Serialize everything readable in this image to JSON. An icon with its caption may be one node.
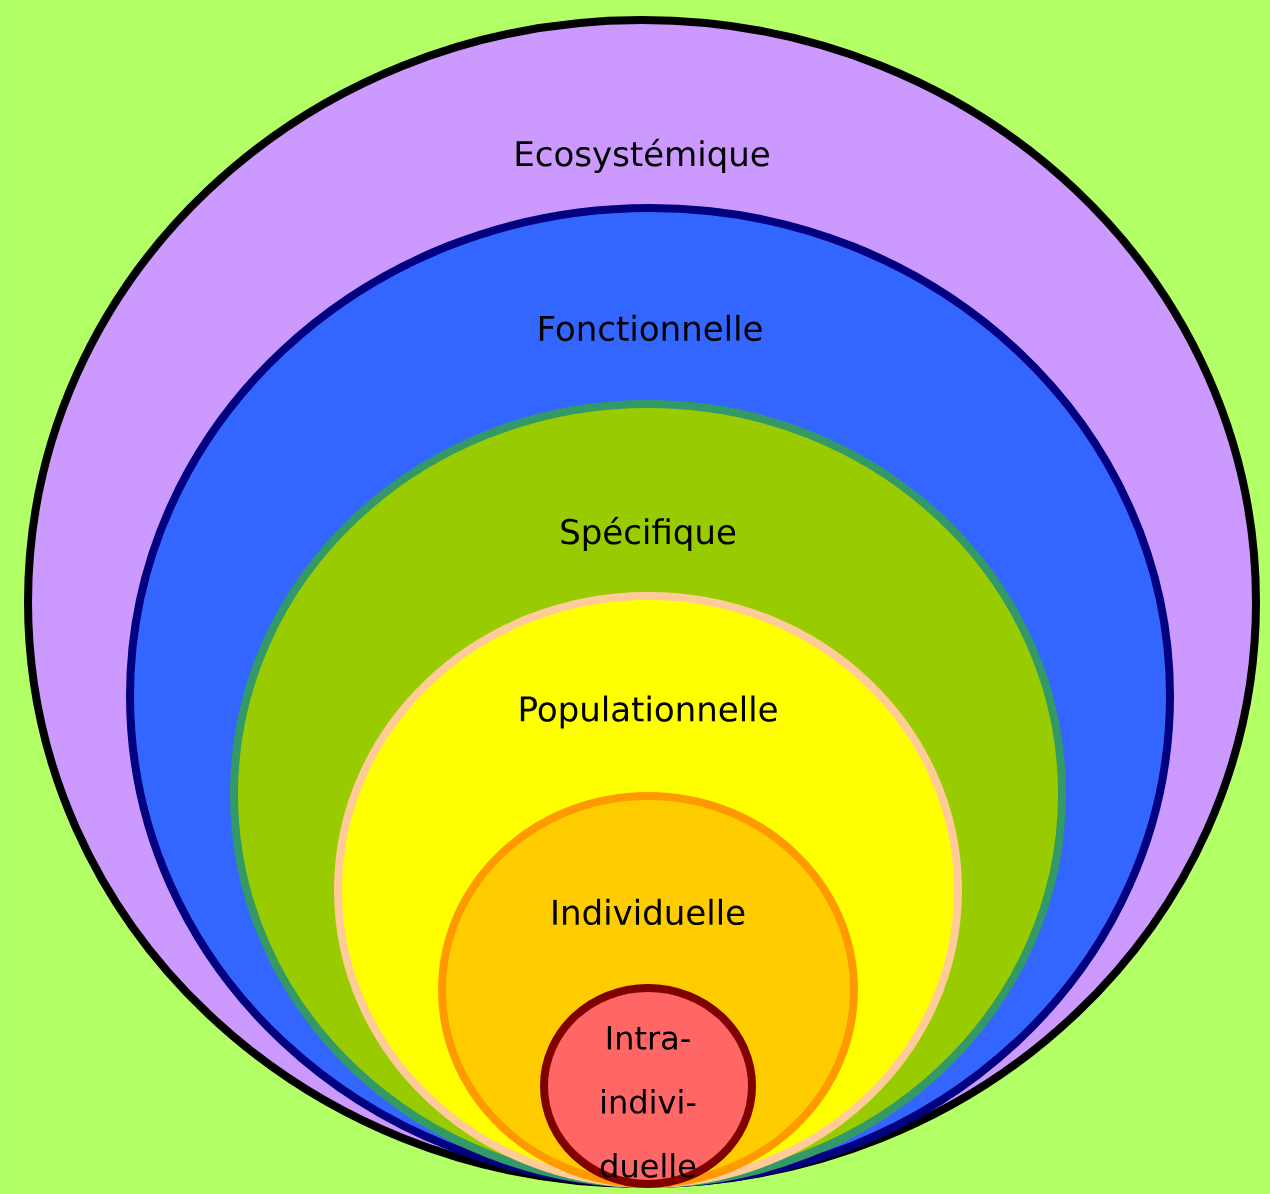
{
  "diagram": {
    "nodes": [
      {
        "text": [
          "Ecosystémique"
        ]
      },
      {
        "text": [
          "Fonctionnelle"
        ],
        "in": 0
      },
      {
        "text": [
          "Spécifique"
        ],
        "in": 1
      },
      {
        "text": [
          "Populationnelle"
        ],
        "in": 2
      },
      {
        "text": [
          "Individuelle"
        ],
        "in": 3
      },
      {
        "text": [
          "Intra- indivi- duelle"
        ],
        "in": 4
      }
    ]
  }
}
